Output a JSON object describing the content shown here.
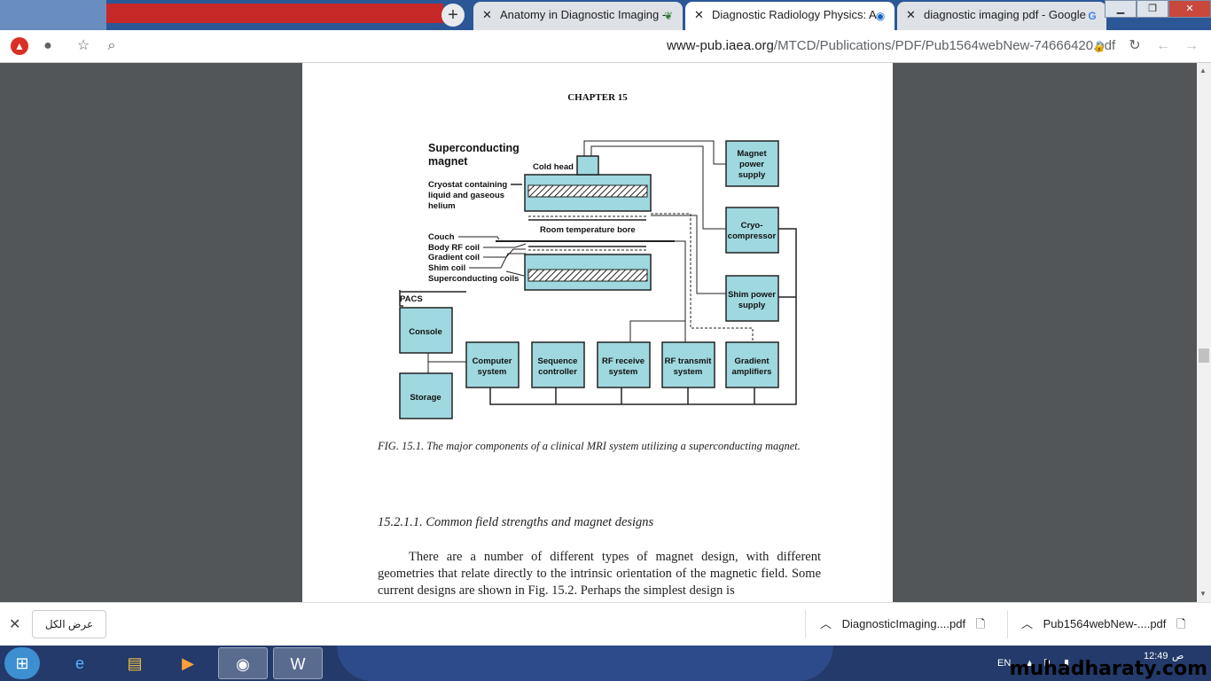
{
  "browser": {
    "tabs": [
      {
        "title": "Anatomy in Diagnostic Imaging -",
        "favicon": "green-book-icon"
      },
      {
        "title": "Diagnostic Radiology Physics: A",
        "favicon": "iaea-icon"
      },
      {
        "title": "diagnostic imaging pdf - Google",
        "favicon": "google-icon"
      }
    ],
    "url_host": "www-pub.iaea.org",
    "url_path": "/MTCD/Publications/PDF/Pub1564webNew-74666420.pdf"
  },
  "document": {
    "chapter": "CHAPTER 15",
    "caption": "FIG. 15.1.  The major components of a clinical MRI system utilizing a superconducting magnet.",
    "section": "15.2.1.1.  Common field strengths and magnet designs",
    "paragraph": "There are a number of different types of magnet design, with different geometries that relate directly to the intrinsic orientation of the magnetic field. Some current designs are shown in Fig. 15.2. Perhaps the simplest design is"
  },
  "diagram": {
    "title_line1": "Superconducting",
    "title_line2": "magnet",
    "cold_head": "Cold head",
    "cryostat_1": "Cryostat containing",
    "cryostat_2": "liquid and gaseous",
    "cryostat_3": "helium",
    "room_bore": "Room temperature bore",
    "couch": "Couch",
    "body_rf": "Body RF coil",
    "gradient_coil": "Gradient coil",
    "shim_coil": "Shim coil",
    "sc_coils": "Superconducting coils",
    "pacs": "PACS",
    "console": "Console",
    "storage": "Storage",
    "magnet_ps_1": "Magnet",
    "magnet_ps_2": "power",
    "magnet_ps_3": "supply",
    "cryo_1": "Cryo-",
    "cryo_2": "compressor",
    "shim_ps_1": "Shim power",
    "shim_ps_2": "supply",
    "computer_1": "Computer",
    "computer_2": "system",
    "sequence_1": "Sequence",
    "sequence_2": "controller",
    "rf_receive_1": "RF receive",
    "rf_receive_2": "system",
    "rf_transmit_1": "RF transmit",
    "rf_transmit_2": "system",
    "gradient_amp_1": "Gradient",
    "gradient_amp_2": "amplifiers",
    "box_color": "#9fd8df"
  },
  "downloads": {
    "show_all": "عرض الكل",
    "items": [
      "DiagnosticImaging....pdf",
      "Pub1564webNew-....pdf"
    ]
  },
  "taskbar": {
    "lang": "EN",
    "time": "12:49",
    "ampm": "ص",
    "watermark": "muhadharaty.com"
  }
}
